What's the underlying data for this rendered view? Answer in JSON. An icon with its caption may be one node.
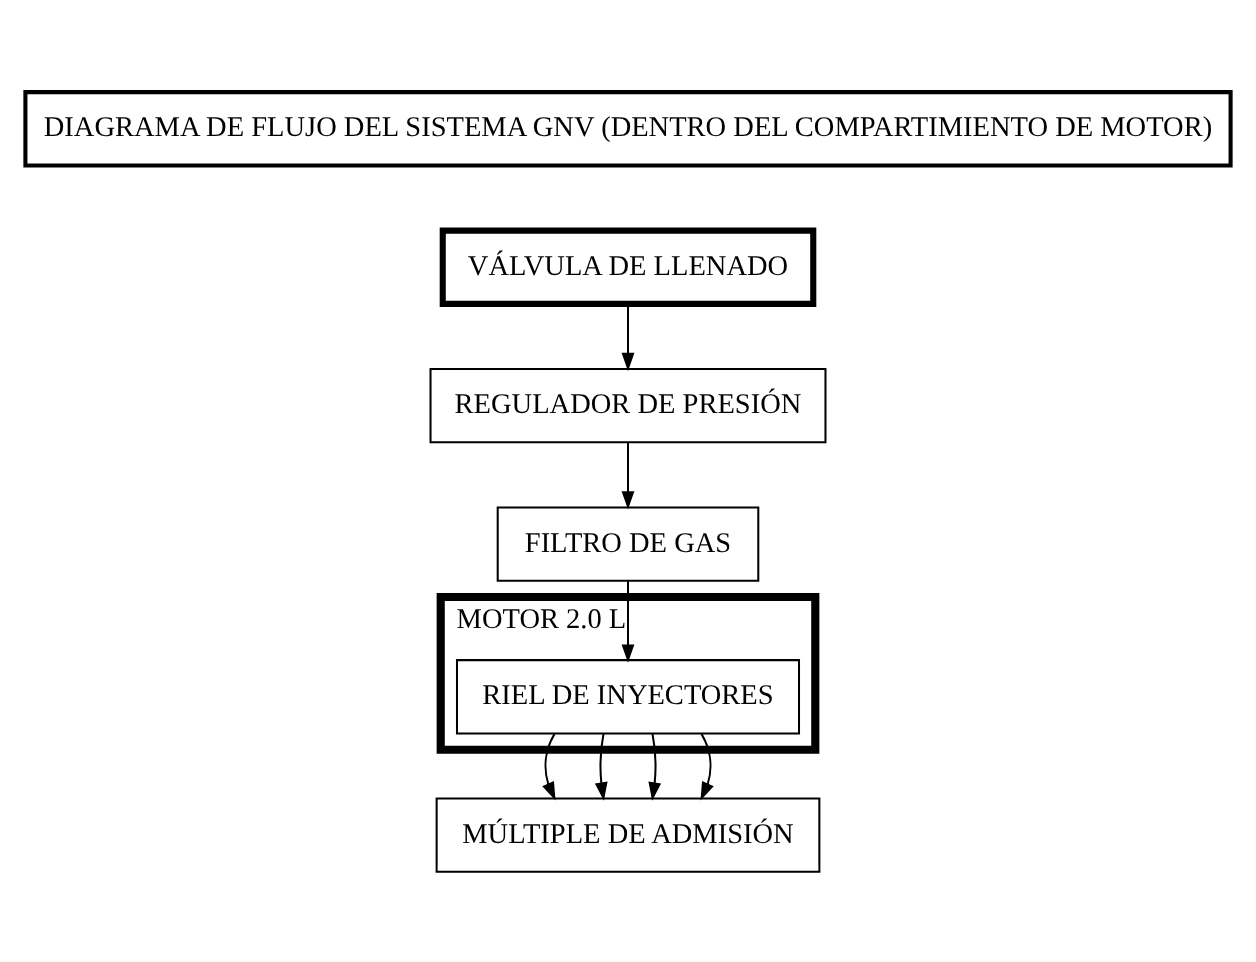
{
  "diagram": {
    "nodes": [
      {
        "text": [
          "DIAGRAMA DE FLUJO DEL SISTEMA GNV (DENTRO DEL COMPARTIMIENTO DE MOTOR)"
        ]
      },
      {
        "text": [
          "VÁLVULA DE LLENADO"
        ]
      },
      {
        "text": [
          "REGULADOR DE PRESIÓN"
        ]
      },
      {
        "text": [
          "FILTRO DE GAS"
        ]
      },
      {
        "text": [
          "MOTOR 2.0 L"
        ]
      },
      {
        "text": [
          "RIEL DE INYECTORES"
        ],
        "in": 4
      },
      {
        "text": [
          "MÚLTIPLE DE ADMISIÓN"
        ]
      }
    ],
    "edges": [
      {
        "from": 1,
        "to": 2,
        "arrow": "to"
      },
      {
        "from": 2,
        "to": 3,
        "arrow": "to"
      },
      {
        "from": 3,
        "to": 5,
        "arrow": "to"
      },
      {
        "from": 5,
        "to": 6,
        "arrow": "to"
      },
      {
        "from": 5,
        "to": 6,
        "arrow": "to"
      },
      {
        "from": 5,
        "to": 6,
        "arrow": "to"
      },
      {
        "from": 5,
        "to": 6,
        "arrow": "to"
      }
    ]
  }
}
